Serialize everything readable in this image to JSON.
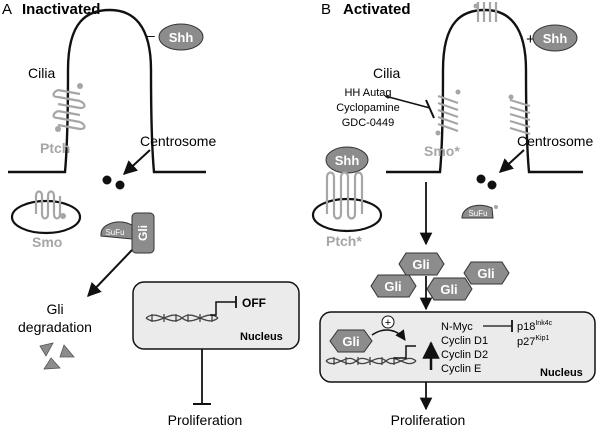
{
  "panels": {
    "a": {
      "letter": "A",
      "title": "Inactivated",
      "minus_sign": "–",
      "ligand": "Shh",
      "cilia": "Cilia",
      "ptch": "Ptch",
      "centrosome": "Centrosome",
      "smo": "Smo",
      "sufu": "SuFu",
      "gli": "Gli",
      "degradation_line1": "Gli",
      "degradation_line2": "degradation",
      "off": "OFF",
      "nucleus": "Nucleus",
      "proliferation": "Proliferation"
    },
    "b": {
      "letter": "B",
      "title": "Activated",
      "plus_sign": "+",
      "ligand_free": "Shh",
      "cilia": "Cilia",
      "inhibitors": [
        "HH Autag",
        "Cyclopamine",
        "GDC-0449"
      ],
      "smo": "Smo*",
      "centrosome": "Centrosome",
      "ligand_bound": "Shh",
      "ptch": "Ptch*",
      "sufu": "SuFu",
      "gli": "Gli",
      "plus_circle": "+",
      "targets": [
        "N-Myc",
        "Cyclin D1",
        "Cyclin D2",
        "Cyclin E"
      ],
      "p18": "p18",
      "p18_sup": "Ink4c",
      "p27": "p27",
      "p27_sup": "Kip1",
      "nucleus": "Nucleus",
      "proliferation": "Proliferation"
    }
  },
  "colors": {
    "ink": "#111111",
    "gray_fill": "#8c8c8c",
    "gray_dark": "#6f6f6f",
    "receptor_gray": "#a6a6a6",
    "nucleus_fill": "#ebebeb"
  }
}
